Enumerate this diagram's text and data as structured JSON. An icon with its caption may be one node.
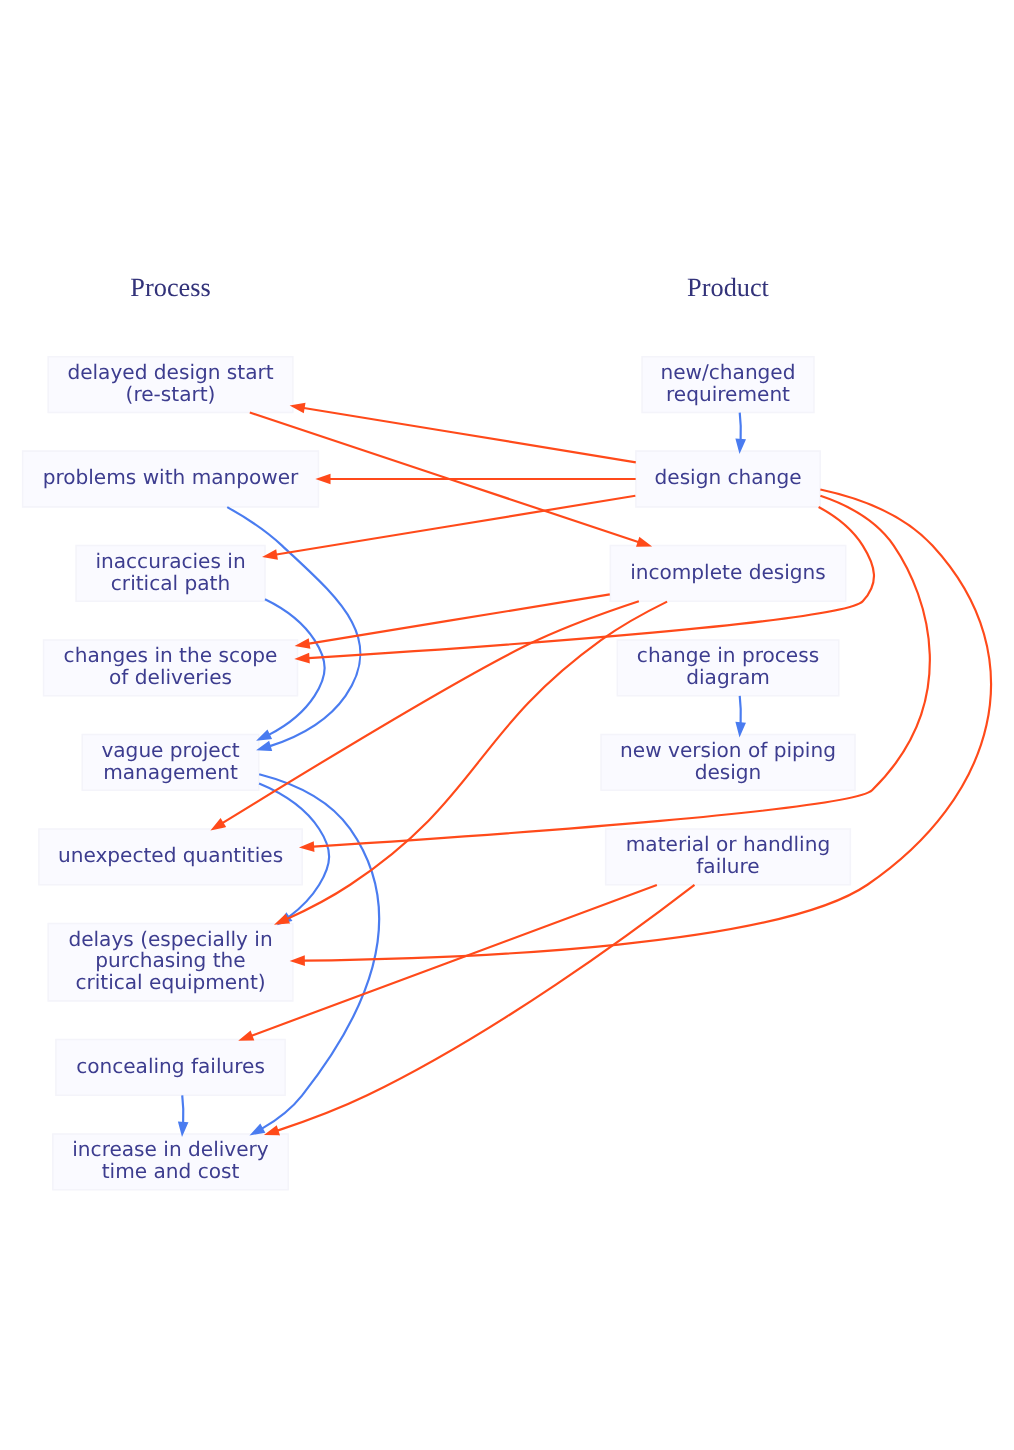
{
  "diagram": {
    "nodes": [
      {
        "text": [
          "delayed design start (re-start)"
        ]
      },
      {
        "text": [
          "problems with manpower"
        ]
      },
      {
        "text": [
          "inaccuracies in critical path"
        ]
      },
      {
        "text": [
          "changes in the scope of deliveries"
        ]
      },
      {
        "text": [
          "vague project management"
        ]
      },
      {
        "text": [
          "unexpected quantities"
        ]
      },
      {
        "text": [
          "delays (especially in purchasing the critical equipment)"
        ]
      },
      {
        "text": [
          "concealing failures"
        ]
      },
      {
        "text": [
          "increase in delivery time and cost"
        ]
      },
      {
        "text": [
          "new/changed requirement"
        ]
      },
      {
        "text": [
          "design change"
        ]
      },
      {
        "text": [
          "incomplete designs"
        ]
      },
      {
        "text": [
          "change in process diagram"
        ]
      },
      {
        "text": [
          "new version of piping design"
        ]
      },
      {
        "text": [
          "material or handling failure"
        ]
      }
    ],
    "edges": [
      {
        "from": 9,
        "to": 10,
        "arrow": "to",
        "color": "#4a7cf0"
      },
      {
        "from": 10,
        "to": 0,
        "arrow": "to"
      },
      {
        "from": 10,
        "to": 1,
        "arrow": "to"
      },
      {
        "from": 10,
        "to": 2,
        "arrow": "to"
      },
      {
        "from": 10,
        "to": 3,
        "arrow": "to"
      },
      {
        "from": 10,
        "to": 5,
        "arrow": "to"
      },
      {
        "from": 10,
        "to": 6,
        "arrow": "to"
      },
      {
        "from": 0,
        "to": 11,
        "arrow": "to"
      },
      {
        "from": 11,
        "to": 3,
        "arrow": "to"
      },
      {
        "from": 11,
        "to": 5,
        "arrow": "to"
      },
      {
        "from": 11,
        "to": 6,
        "arrow": "to"
      },
      {
        "from": 12,
        "to": 13,
        "arrow": "to",
        "color": "#4a7cf0"
      },
      {
        "from": 1,
        "to": 4,
        "arrow": "to",
        "color": "#4a7cf0"
      },
      {
        "from": 2,
        "to": 4,
        "arrow": "to",
        "color": "#4a7cf0"
      },
      {
        "from": 4,
        "to": 6,
        "arrow": "to",
        "color": "#4a7cf0"
      },
      {
        "from": 4,
        "to": 8,
        "arrow": "to",
        "color": "#4a7cf0"
      },
      {
        "from": 14,
        "to": 7,
        "arrow": "to"
      },
      {
        "from": 14,
        "to": 8,
        "arrow": "to"
      },
      {
        "from": 7,
        "to": 8,
        "arrow": "to",
        "color": "#4a7cf0"
      }
    ],
    "labels": [
      "Process",
      "Product"
    ]
  }
}
